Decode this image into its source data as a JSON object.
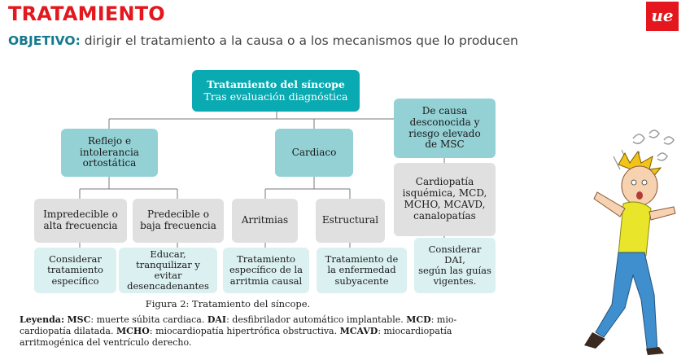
{
  "header": {
    "title": "TRATAMIENTO",
    "objective_label": "OBJETIVO:",
    "objective_text": " dirigir el tratamiento a la causa o a los mecanismos que lo producen",
    "logo_text": "ue"
  },
  "diagram": {
    "root": {
      "title": "Tratamiento del síncope",
      "subtitle": "Tras evaluación diagnóstica"
    },
    "reflex": {
      "line1": "Reflejo e",
      "line2": "intolerancia",
      "line3": "ortostática"
    },
    "cardiac": {
      "label": "Cardiaco"
    },
    "unknown": {
      "line1": "De causa",
      "line2": "desconocida y",
      "line3": "riesgo elevado",
      "line4": "de MSC"
    },
    "unpredictable": {
      "line1": "Impredecible o",
      "line2": "alta frecuencia"
    },
    "predictable": {
      "line1": "Predecible o",
      "line2": "baja frecuencia"
    },
    "arrhythmias": {
      "label": "Arritmias"
    },
    "structural": {
      "label": "Estructural"
    },
    "cardiopathy": {
      "line1": "Cardiopatía",
      "line2": "isquémica, MCD,",
      "line3": "MCHO, MCAVD,",
      "line4": "canalopatías"
    },
    "consider_treatment": {
      "line1": "Considerar",
      "line2": "tratamiento",
      "line3": "específico"
    },
    "educate": {
      "line1": "Educar,",
      "line2": "tranquilizar y evitar",
      "line3": "desencadenantes"
    },
    "specific_arrhythmia": {
      "line1": "Tratamiento",
      "line2": "específico de la",
      "line3": "arritmia causal"
    },
    "disease_treatment": {
      "line1": "Tratamiento de",
      "line2": "la enfermedad",
      "line3": "subyacente"
    },
    "consider_dai": {
      "line1": "Considerar",
      "line2": "DAI,",
      "line3": "según las guías",
      "line4": "vigentes."
    }
  },
  "caption": "Figura 2: Tratamiento del síncope.",
  "legend": {
    "label": "Leyenda:",
    "t1": "MSC",
    "d1": ": muerte súbita cardiaca. ",
    "t2": "DAI",
    "d2": ": desfibrilador automático implantable. ",
    "t3": "MCD",
    "d3": ": mio-",
    "d3b": "cardiopatía dilatada. ",
    "t4": "MCHO",
    "d4": ": miocardiopatía hipertrófica obstructiva. ",
    "t5": "MCAVD",
    "d5": ": miocardiopatía",
    "d5b": "arritmogénica del ventrículo derecho."
  },
  "colors": {
    "brand_red": "#e3171d",
    "teal": "#0aaab2",
    "mid_teal": "#93d1d5",
    "light_teal": "#dbf0f1",
    "grey": "#e0e0e0",
    "objective_blue": "#157a8f"
  }
}
